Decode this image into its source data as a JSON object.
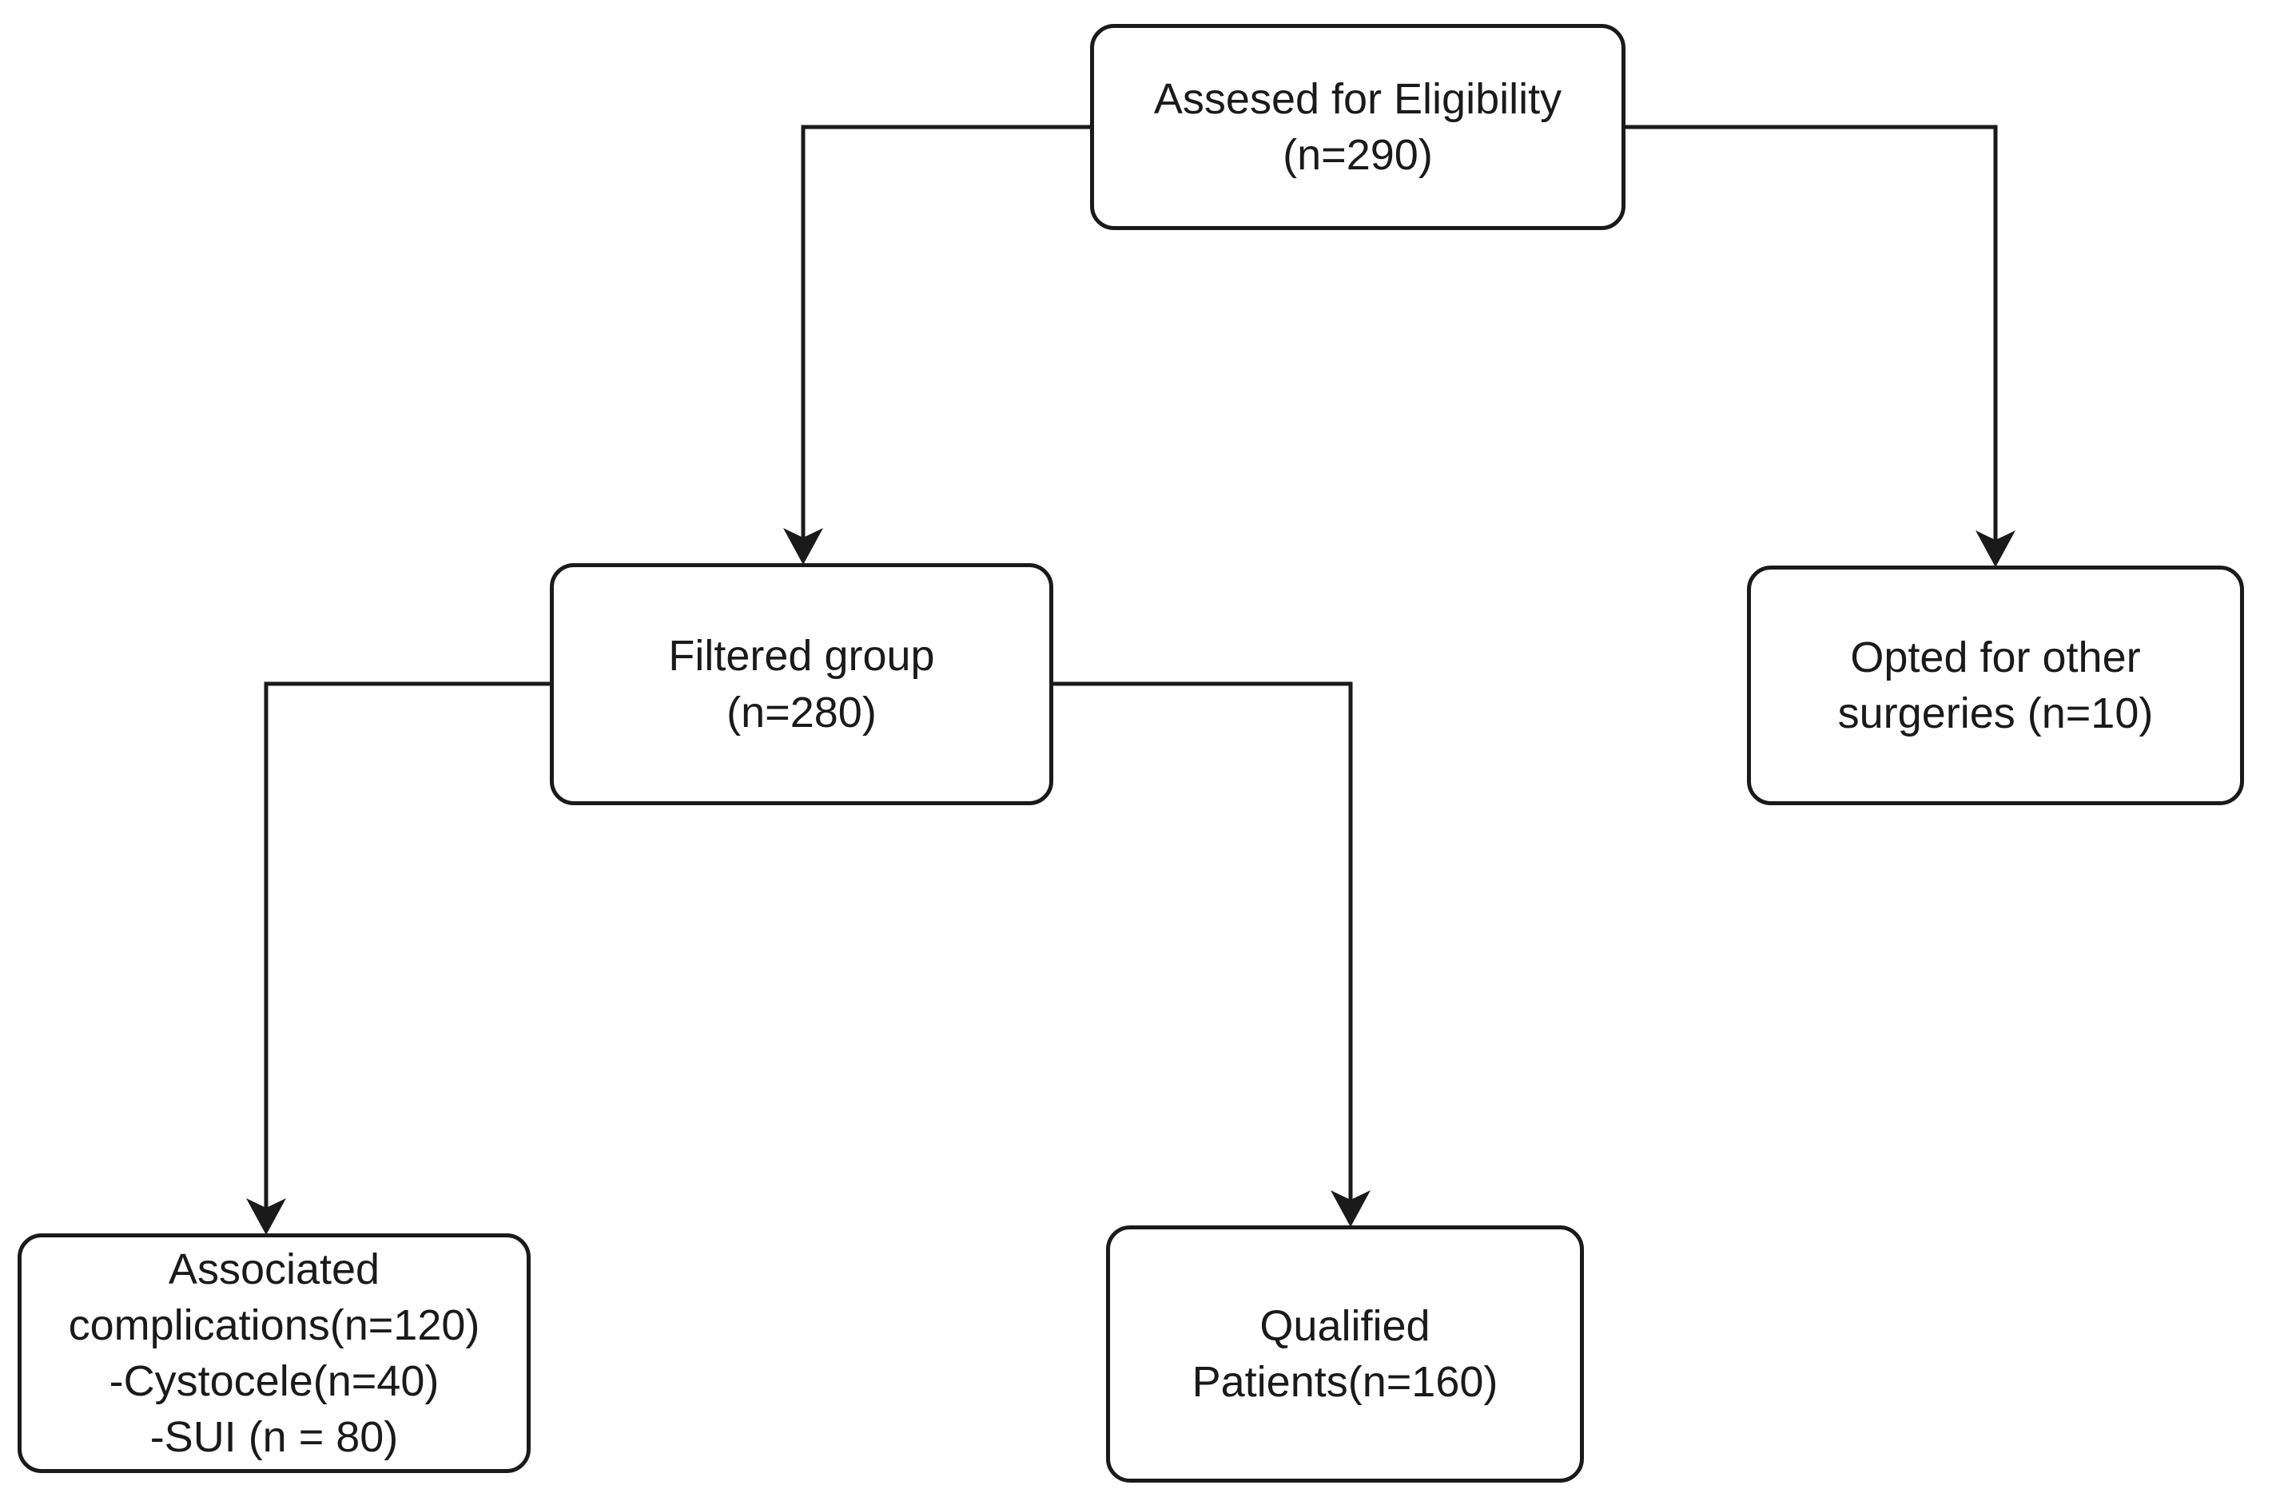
{
  "diagram": {
    "type": "flowchart",
    "background_color": "#ffffff",
    "stroke_color": "#1a1a1a",
    "text_color": "#1a1a1a",
    "node_fill_color": "#ffffff",
    "nodes": {
      "assessed": {
        "lines": [
          "Assesed for Eligibility",
          "(n=290)"
        ]
      },
      "filtered": {
        "lines": [
          "Filtered group",
          "(n=280)"
        ]
      },
      "opted": {
        "lines": [
          "Opted for other",
          "surgeries (n=10)"
        ]
      },
      "associated": {
        "lines": [
          "Associated",
          "complications(n=120)",
          "-Cystocele(n=40)",
          "-SUI (n = 80)"
        ]
      },
      "qualified": {
        "lines": [
          "Qualified",
          "Patients(n=160)"
        ]
      }
    },
    "edges": [
      {
        "from": "assessed",
        "to": "filtered",
        "style": "elbow-arrow-down"
      },
      {
        "from": "assessed",
        "to": "opted",
        "style": "elbow-arrow-down"
      },
      {
        "from": "filtered",
        "to": "associated",
        "style": "elbow-arrow-down"
      },
      {
        "from": "filtered",
        "to": "qualified",
        "style": "elbow-arrow-down"
      }
    ]
  }
}
